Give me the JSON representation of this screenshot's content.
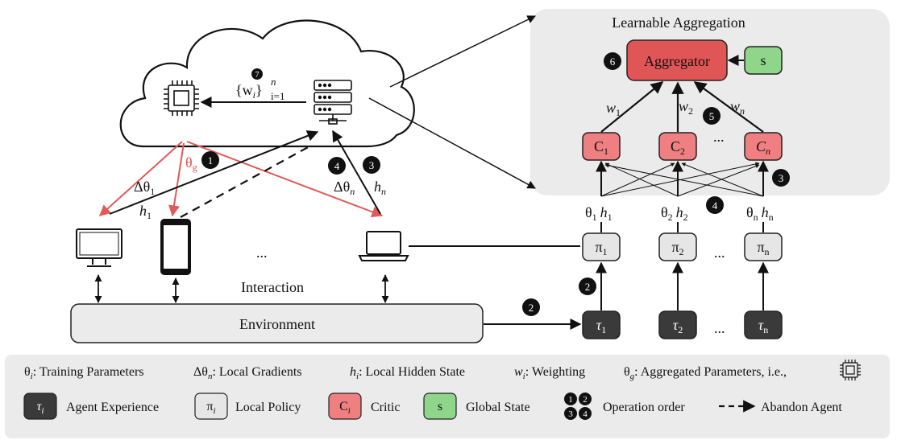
{
  "title": "Learnable Aggregation",
  "aggregator_label": "Aggregator",
  "global_state_label": "s",
  "critics": [
    "C",
    "C",
    "C"
  ],
  "critic_subs": [
    "1",
    "2",
    "n"
  ],
  "policies": [
    "π",
    "π",
    "π"
  ],
  "policy_subs": [
    "1",
    "2",
    "n"
  ],
  "experiences": [
    "τ",
    "τ",
    "τ"
  ],
  "experience_subs": [
    "1",
    "2",
    "n"
  ],
  "weights": [
    "w",
    "w",
    "w"
  ],
  "weight_subs": [
    "1",
    "2",
    "n"
  ],
  "ellipsis": "…",
  "ellipsis_dots": "...",
  "theta_labels": [
    "θ",
    "h",
    "θ",
    "h",
    "θ",
    "h"
  ],
  "theta_subs": [
    "1",
    "1",
    "2",
    "2",
    "n",
    "n"
  ],
  "cloud_set_label": "{w",
  "cloud_set_sub": "i",
  "cloud_set_sup": "n",
  "cloud_set_range": "i=1",
  "theta_g": "θ",
  "theta_g_sub": "g",
  "delta_theta_1": "Δθ",
  "delta_theta_1_sub": "1",
  "h_1": "h",
  "h_1_sub": "1",
  "delta_theta_n": "Δθ",
  "delta_theta_n_sub": "n",
  "h_n": "h",
  "h_n_sub": "n",
  "interaction_label": "Interaction",
  "environment_label": "Environment",
  "badges": [
    "1",
    "2",
    "3",
    "4",
    "5",
    "6",
    "7"
  ],
  "legend": {
    "row1": [
      {
        "sym": "θ",
        "sub": "i",
        "text": ": Training Parameters"
      },
      {
        "sym": "Δθ",
        "sub": "n",
        "text": ": Local Gradients"
      },
      {
        "sym": "h",
        "sub": "i",
        "text": ": Local Hidden State"
      },
      {
        "sym": "w",
        "sub": "i",
        "text": ": Weighting"
      },
      {
        "sym": "θ",
        "sub": "g",
        "text": ": Aggregated Parameters, i.e.,"
      }
    ],
    "experience_box": "τ",
    "experience_sub": "i",
    "experience_text": "Agent Experience",
    "policy_box": "π",
    "policy_sub": "i",
    "policy_text": "Local Policy",
    "critic_box": "C",
    "critic_sub": "i",
    "critic_text": "Critic",
    "state_box": "s",
    "state_text": "Global State",
    "order_badges": [
      "1",
      "2",
      "3",
      "4"
    ],
    "order_text": "Operation order",
    "abandon_text": "Abandon Agent"
  },
  "colors": {
    "critic": "#ef7f80",
    "aggregator": "#e05555",
    "state": "#8fd68a",
    "policy": "#e6e6e6",
    "experience": "#3a3a3a",
    "panel": "#ebebeb",
    "red_arrow": "#e05a5a"
  }
}
